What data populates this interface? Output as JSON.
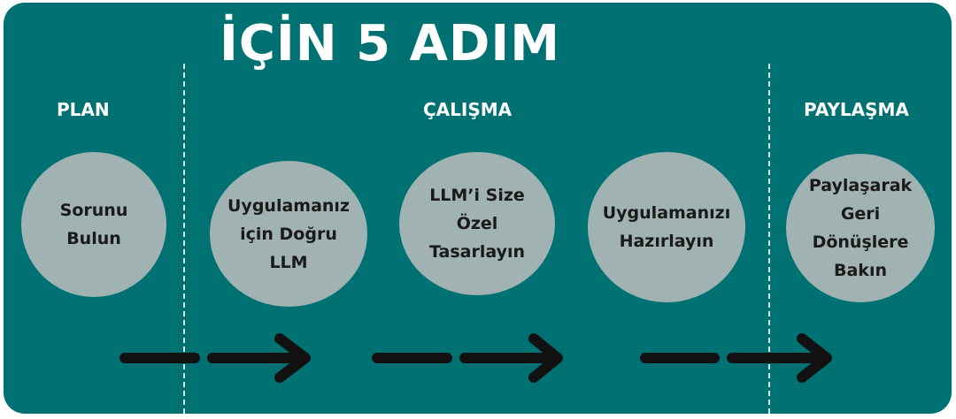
{
  "title": "İÇİN 5 ADIM",
  "sections": {
    "plan": "PLAN",
    "work": "ÇALIŞMA",
    "share": "PAYLAŞMA"
  },
  "steps": [
    "Sorunu\nBulun",
    "Uygulamanız\niçin Doğru\nLLM",
    "LLM’i Size\nÖzel\nTasarlayın",
    "Uygulamanızı\nHazırlayın",
    "Paylaşarak\nGeri\nDönüşlere\nBakın"
  ],
  "colors": {
    "background": "#007172",
    "circle": "#a0b2b2",
    "arrow": "#111111",
    "text": "#ffffff"
  }
}
